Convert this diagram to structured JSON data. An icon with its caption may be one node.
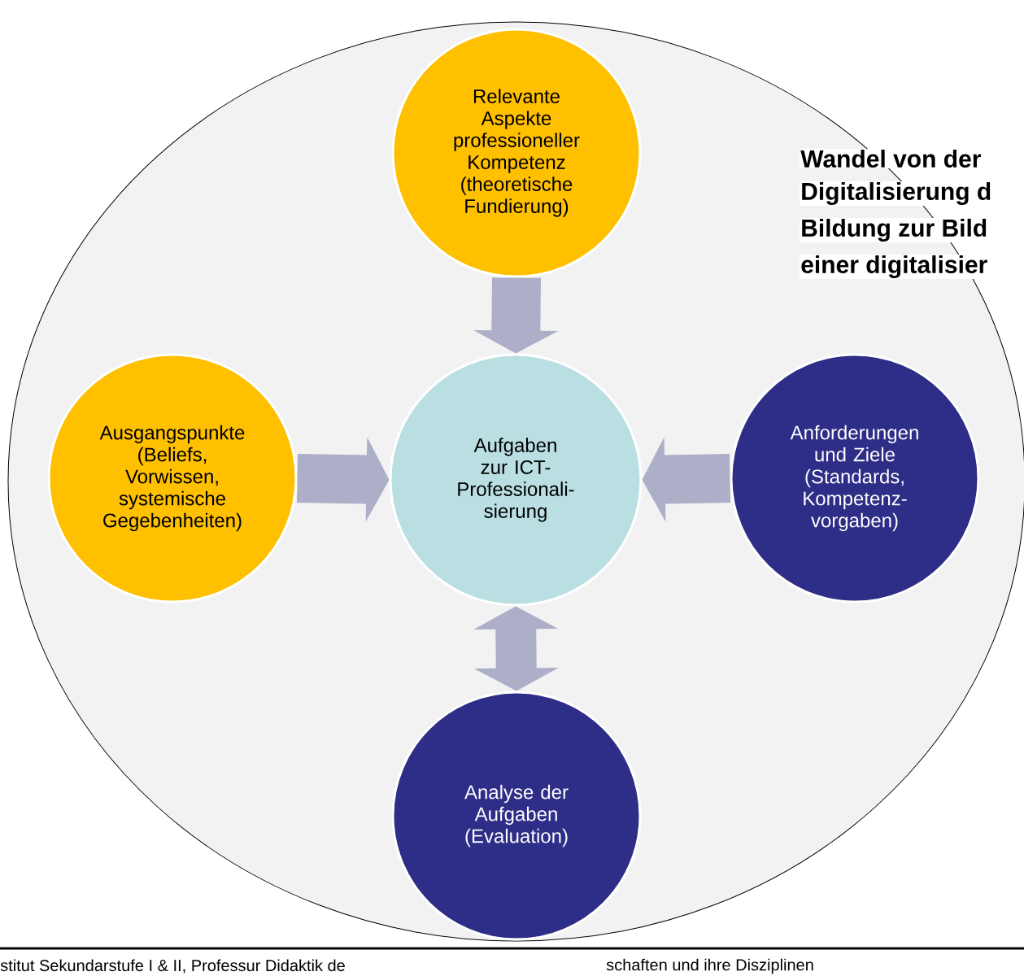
{
  "diagram": {
    "nodes": [
      {
        "text": [],
        "shape": "ellipse"
      },
      {
        "text": [
          "Relevante Aspekte professioneller Kompetenz (theoretische Fundierung)"
        ],
        "in": 0
      },
      {
        "text": [
          "Ausgangspunkte (Beliefs, Vorwissen, systemische Gegebenheiten)"
        ],
        "in": 0
      },
      {
        "text": [
          "Aufgaben zur ICT-Professionali-sierung"
        ],
        "in": 0
      },
      {
        "text": [
          "Anforderungen und Ziele (Standards, Kompetenz-vorgaben)"
        ],
        "in": 0
      },
      {
        "text": [
          "Analyse der Aufgaben (Evaluation)"
        ],
        "in": 0
      }
    ],
    "edges": [
      {
        "from": 1,
        "to": 3,
        "arrow": "to"
      },
      {
        "from": 2,
        "to": 3,
        "arrow": "to"
      },
      {
        "from": 4,
        "to": 3,
        "arrow": "to"
      },
      {
        "from": 3,
        "to": 5,
        "arrow": "both"
      }
    ],
    "labels": [
      "Wandel von der",
      "Digitalisierung d",
      "Bildung zur Bild",
      "einer digitalisier",
      "stitut Sekundarstufe I & II, Professur Didaktik de",
      "schaften und ihre Disziplinen"
    ]
  }
}
